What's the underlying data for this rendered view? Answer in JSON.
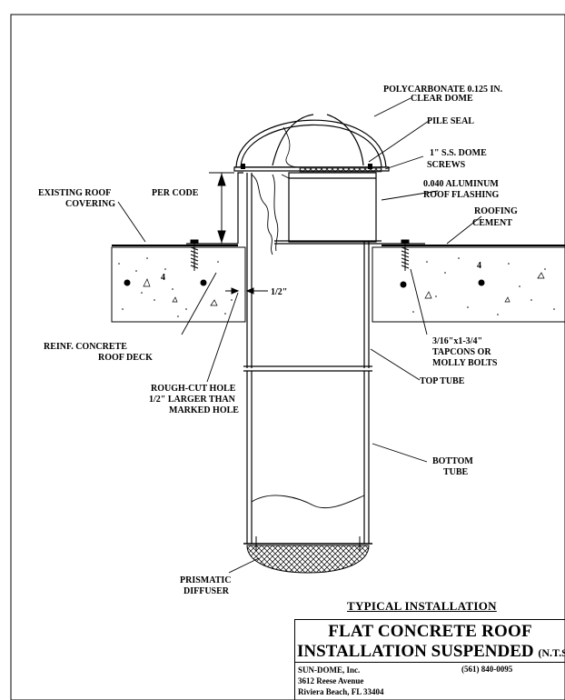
{
  "labels": {
    "dome": [
      "POLYCARBONATE 0.125 IN.",
      "CLEAR DOME"
    ],
    "pile_seal": "PILE SEAL",
    "screws": [
      "1\" S.S. DOME",
      "SCREWS"
    ],
    "flashing": [
      "0.040 ALUMINUM",
      "ROOF FLASHING"
    ],
    "cement": [
      "ROOFING",
      "CEMENT"
    ],
    "existing_roof": [
      "EXISTING ROOF",
      "COVERING"
    ],
    "per_code": "PER CODE",
    "half_inch": "1/2\"",
    "roof_deck": [
      "REINF. CONCRETE",
      "ROOF DECK"
    ],
    "rough_cut": [
      "ROUGH-CUT HOLE",
      "1/2\" LARGER THAN",
      "MARKED HOLE"
    ],
    "tapcons": [
      "3/16\"x1-3/4\"",
      "TAPCONS OR",
      "MOLLY BOLTS"
    ],
    "top_tube": "TOP TUBE",
    "bottom_tube": [
      "BOTTOM",
      "TUBE"
    ],
    "diffuser": [
      "PRISMATIC",
      "DIFFUSER"
    ],
    "slab_mark_left": "4",
    "slab_mark_right": "4"
  },
  "title_block": {
    "heading": "TYPICAL INSTALLATION",
    "line1": "FLAT CONCRETE ROOF",
    "line2_main": "INSTALLATION SUSPENDED ",
    "line2_suffix": "(N.T.S.)",
    "company": "SUN-DOME, Inc.",
    "address1": "3612 Reese Avenue",
    "address2": "Riviera Beach, FL 33404",
    "phone": "(561) 840-0095"
  }
}
